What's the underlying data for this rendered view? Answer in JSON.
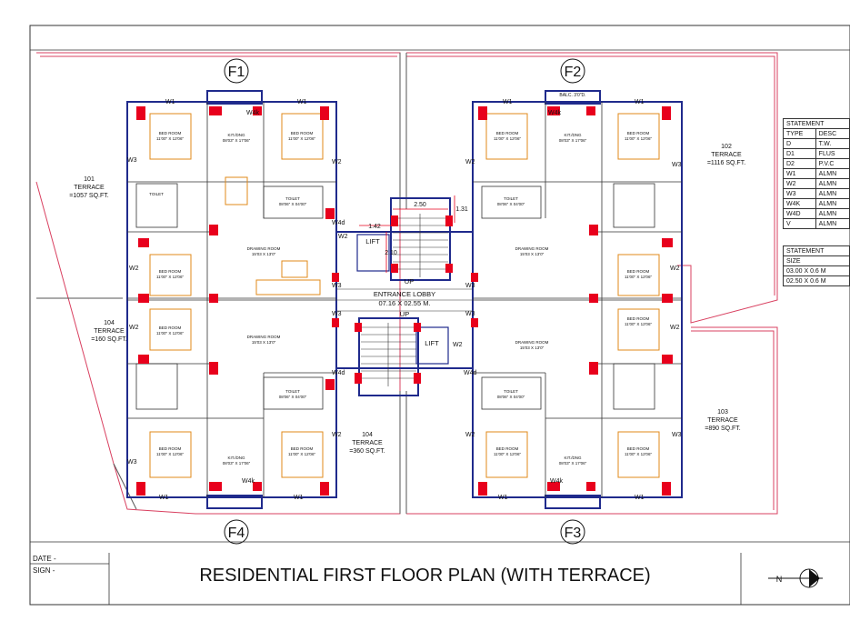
{
  "title": "RESIDENTIAL FIRST FLOOR  PLAN (WITH TERRACE)",
  "date_label": "DATE -",
  "sign_label": "SIGN -",
  "north_label": "N",
  "flats": {
    "f1": "F1",
    "f2": "F2",
    "f3": "F3",
    "f4": "F4"
  },
  "terraces": {
    "t101": {
      "num": "101",
      "name": "TERRACE",
      "area": "=1057 SQ.FT."
    },
    "t102": {
      "num": "102",
      "name": "TERRACE",
      "area": "=1116 SQ.FT."
    },
    "t103": {
      "num": "103",
      "name": "TERRACE",
      "area": "=890 SQ.FT."
    },
    "t104a": {
      "num": "104",
      "name": "TERRACE",
      "area": "=160 SQ.FT."
    },
    "t104b": {
      "num": "104",
      "name": "TERRACE",
      "area": "=360 SQ.FT."
    }
  },
  "core": {
    "lobby": "ENTRANCE LOBBY",
    "lobby_size": "07.16 X 02.55 M.",
    "lift": "LIFT",
    "up": "UP",
    "dim_250": "2.50",
    "dim_142": "1.42",
    "dim_131": "1.31",
    "dim_210": "2.10"
  },
  "balcony": "BALC. 3'0\"D.",
  "rooms": {
    "bed": "BED ROOM",
    "kit": "KIT./DNG",
    "toilet": "TOILET",
    "drawing": "DRAWING ROOM",
    "bed_size": "11'00\" X 12'06\"",
    "kit_size": "08'03\" X 17'06\"",
    "drawing_size": "15'03 X 13'0\"",
    "toilet_size": "08'06\" X 04'00\""
  },
  "windows": {
    "w1": "W1",
    "w2": "W2",
    "w3": "W3",
    "w4k": "W4k",
    "w4d": "W4d"
  },
  "statement1": {
    "header": "STATEMENT",
    "rows": [
      [
        "TYPE",
        "DESC"
      ],
      [
        "D",
        "T.W."
      ],
      [
        "D1",
        "FLUS"
      ],
      [
        "D2",
        "P.V.C"
      ],
      [
        "W1",
        "ALMN"
      ],
      [
        "W2",
        "ALMN"
      ],
      [
        "W3",
        "ALMN"
      ],
      [
        "W4K",
        "ALMN"
      ],
      [
        "W4D",
        "ALMN"
      ],
      [
        "V",
        "ALMN"
      ]
    ]
  },
  "statement2": {
    "header": "STATEMENT",
    "rows": [
      [
        "SIZE"
      ],
      [
        "03.00 X 0.6 M"
      ],
      [
        "02.50 X 0.6 M"
      ]
    ]
  },
  "colors": {
    "wall": "#1f2a8c",
    "column": "#e8001c",
    "terrace": "#d94060",
    "furniture": "#e08a1a",
    "ink": "#111111"
  }
}
